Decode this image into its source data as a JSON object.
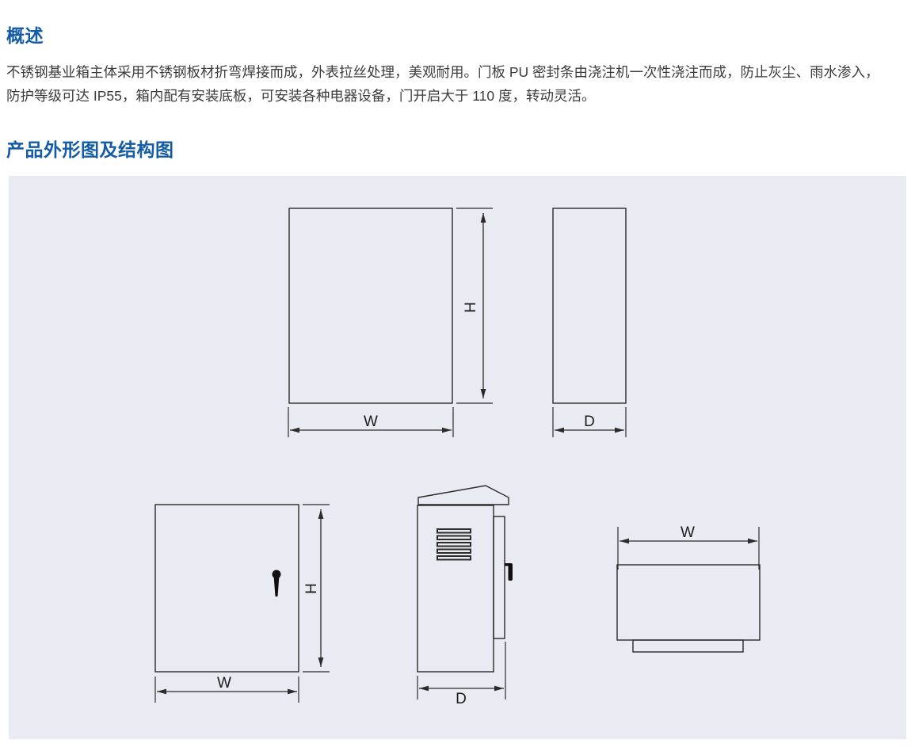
{
  "overview": {
    "title": "概述",
    "lines": [
      "不锈钢基业箱主体采用不锈钢板材折弯焊接而成，外表拉丝处理，美观耐用。门板 PU 密封条由浇注机一次性浇注而成，防止灰尘、雨水渗入，",
      "防护等级可达 IP55，箱内配有安装底板，可安装各种电器设备，门开启大于 110 度，转动灵活。"
    ]
  },
  "diagrams": {
    "title": "产品外形图及结构图",
    "views": {
      "front": {
        "w": "W",
        "h": "H"
      },
      "side": {
        "d": "D"
      },
      "door_front": {
        "w": "W",
        "h": "H"
      },
      "hooded_side": {
        "d": "D"
      },
      "top": {
        "w": "W"
      }
    }
  },
  "theme": {
    "heading_color": "#155ca6",
    "body_text_color": "#3c3c3c",
    "panel_background": "#e9ebf3",
    "drawing_line_color": "#2b2b2b"
  }
}
